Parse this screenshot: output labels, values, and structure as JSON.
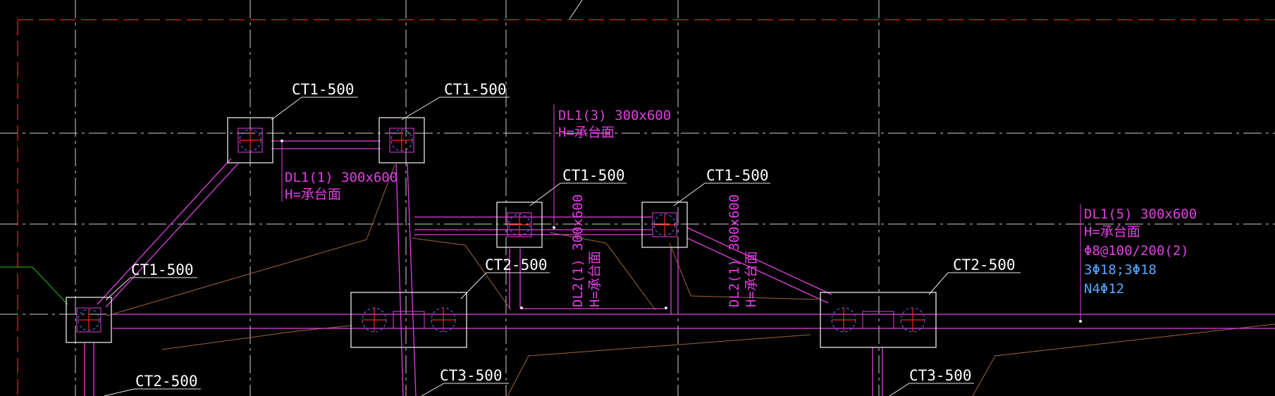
{
  "drawing": {
    "cap_labels": {
      "ct1_a": "CT1-500",
      "ct1_b": "CT1-500",
      "ct1_c": "CT1-500",
      "ct1_d": "CT1-500",
      "ct1_e": "CT1-500",
      "ct2_a": "CT2-500",
      "ct2_b": "CT2-500",
      "ct2_c": "CT2-500",
      "ct3_a": "CT3-500",
      "ct3_b": "CT3-500"
    },
    "beam_notes": {
      "dl1_1": {
        "line1": "DL1(1) 300x600",
        "line2": "H=承台面"
      },
      "dl1_3": {
        "line1": "DL1(3) 300x600",
        "line2": "H=承台面"
      },
      "dl2_a": {
        "line1": "DL2(1) 300x600",
        "line2": "H=承台面"
      },
      "dl2_b": {
        "line1": "DL2(1) 300x600",
        "line2": "H=承台面"
      },
      "dl1_5": {
        "line1": "DL1(5) 300x600",
        "line2": "H=承台面",
        "line3": "Φ8@100/200(2)",
        "line4": "3Φ18;3Φ18",
        "line5": "N4Φ12"
      }
    },
    "colors": {
      "background": "#000000",
      "grid": "#cfcfcf",
      "cap_outline": "#e8e8e8",
      "beam": "#e040e0",
      "pile_cross": "#ff2020",
      "pile_circle": "#4a7dff",
      "boundary_dash": "#d01818",
      "leader_brown": "#a0643c",
      "note_blue": "#5aa8ff",
      "green_line": "#20c020"
    }
  }
}
